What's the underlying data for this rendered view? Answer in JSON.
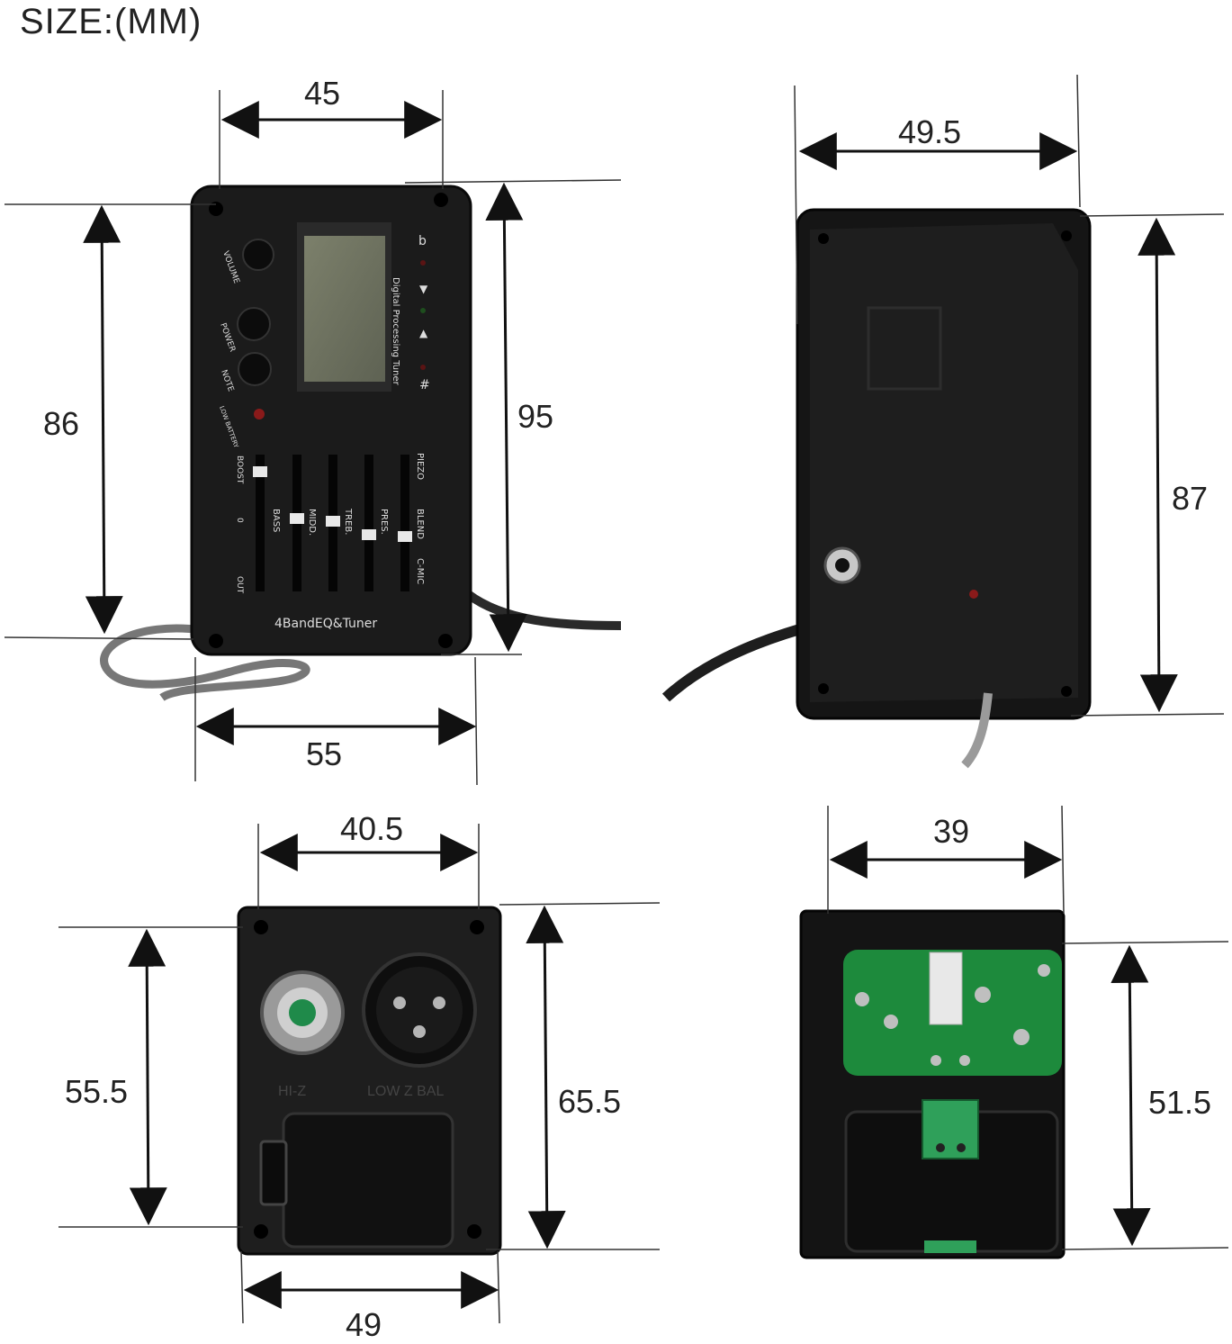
{
  "title": "SIZE:(MM)",
  "front": {
    "dims": {
      "top_width": "45",
      "left_height": "86",
      "right_height": "95",
      "bottom_width": "55"
    },
    "panel": {
      "knob_labels": [
        "VOLUME",
        "POWER",
        "NOTE",
        "LOW BATTERY"
      ],
      "lcd_caption": "Digital Processing Tuner",
      "tuner_marks": [
        "b",
        "▼",
        "▲",
        "#"
      ],
      "slider_labels": [
        "BOOST",
        "BASS",
        "MIDD.",
        "TREB.",
        "PRES.",
        "BLEND"
      ],
      "slider_ends": [
        "0",
        "OUT",
        "PIEZO",
        "C-MIC"
      ],
      "brand": "4BandEQ&Tuner"
    }
  },
  "back": {
    "dims": {
      "top_width": "49.5",
      "right_height": "87"
    }
  },
  "jack": {
    "dims": {
      "top_width": "40.5",
      "left_height": "55.5",
      "right_height": "65.5",
      "bottom_width": "49"
    },
    "labels": {
      "hiz": "HI-Z",
      "lowz": "LOW Z BAL"
    }
  },
  "pcb": {
    "dims": {
      "top_width": "39",
      "right_height": "51.5"
    }
  }
}
